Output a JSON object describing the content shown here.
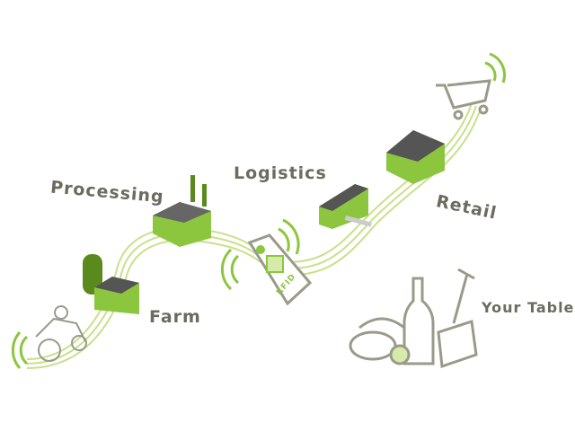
{
  "labels": {
    "processing": "Processing",
    "logistics": "Logistics",
    "retail": "Retail",
    "farm": "Farm",
    "your_table": "Your Table",
    "rfid": "RFID"
  },
  "colors": {
    "green": "#8cc63f",
    "dark_green": "#5a8a1e",
    "grey": "#6b6b60",
    "line": "#c8e08a"
  }
}
